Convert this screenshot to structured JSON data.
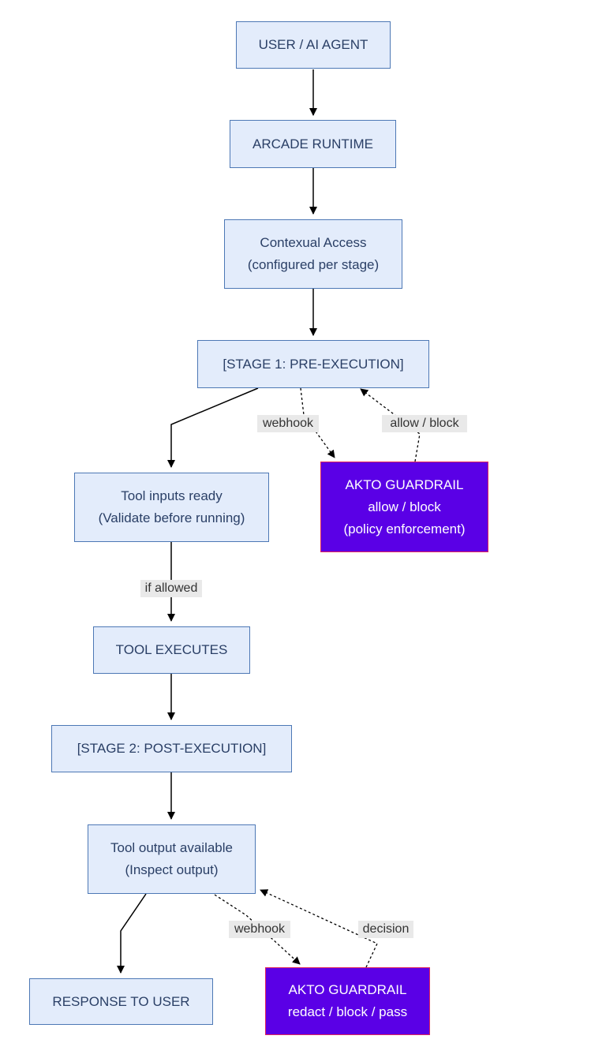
{
  "nodes": {
    "user": {
      "lines": [
        "USER / AI AGENT"
      ]
    },
    "arcade": {
      "lines": [
        "ARCADE RUNTIME"
      ]
    },
    "contextual": {
      "lines": [
        "Contexual Access",
        "(configured per stage)"
      ]
    },
    "stage1": {
      "lines": [
        "[STAGE 1: PRE-EXECUTION]"
      ]
    },
    "tool_inputs": {
      "lines": [
        "Tool inputs ready",
        "(Validate before running)"
      ]
    },
    "guard1": {
      "lines": [
        "AKTO GUARDRAIL",
        "allow / block",
        "(policy enforcement)"
      ]
    },
    "tool_exec": {
      "lines": [
        "TOOL EXECUTES"
      ]
    },
    "stage2": {
      "lines": [
        "[STAGE 2: POST-EXECUTION]"
      ]
    },
    "tool_output": {
      "lines": [
        "Tool output available",
        "(Inspect output)"
      ]
    },
    "response": {
      "lines": [
        "RESPONSE TO USER"
      ]
    },
    "guard2": {
      "lines": [
        "AKTO GUARDRAIL",
        "redact / block / pass"
      ]
    }
  },
  "edge_labels": {
    "webhook1": "webhook",
    "allow_block": "allow / block",
    "if_allowed": "if allowed",
    "webhook2": "webhook",
    "decision": "decision"
  },
  "colors": {
    "node_fill": "#e3ecfb",
    "node_border": "#4d78b5",
    "node_text": "#2a3f66",
    "guardrail_fill": "#5a00e6",
    "guardrail_border": "#e0245e",
    "edge": "#000000",
    "edge_label_bg": "#e9e9e9"
  }
}
